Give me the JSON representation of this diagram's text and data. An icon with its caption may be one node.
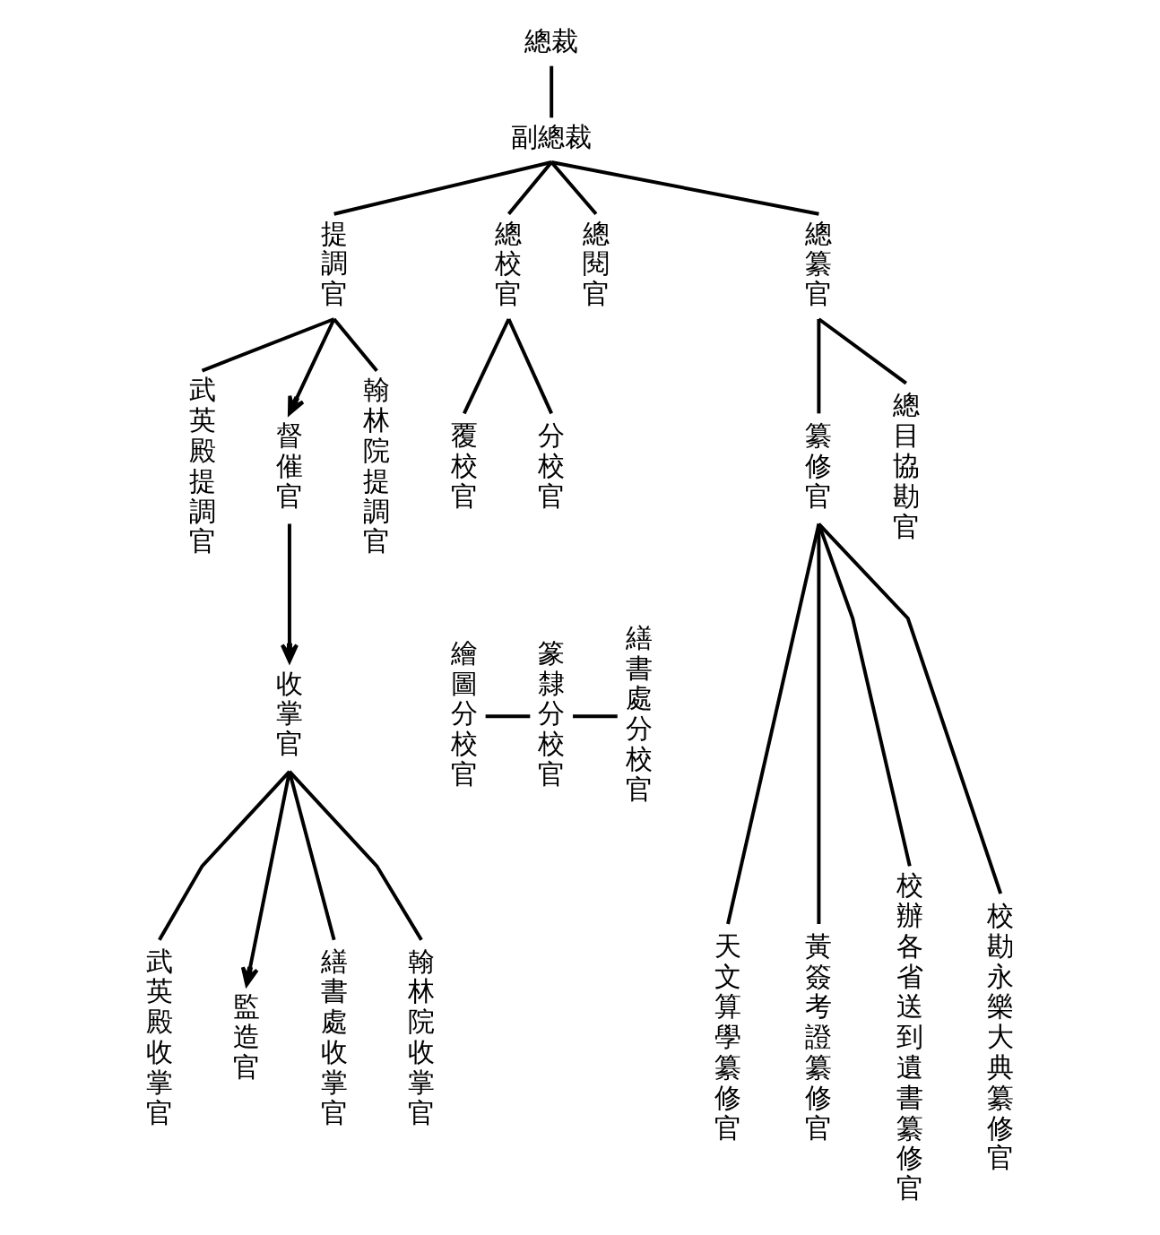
{
  "diagram": {
    "nodes": [
      {
        "text": [
          "總裁"
        ]
      },
      {
        "text": [
          "副總裁"
        ]
      },
      {
        "text": [
          "提調官"
        ]
      },
      {
        "text": [
          "總校官"
        ]
      },
      {
        "text": [
          "總閱官"
        ]
      },
      {
        "text": [
          "總纂官"
        ]
      },
      {
        "text": [
          "武英殿提調官"
        ]
      },
      {
        "text": [
          "督催官"
        ]
      },
      {
        "text": [
          "翰林院提調官"
        ]
      },
      {
        "text": [
          "收掌官"
        ]
      },
      {
        "text": [
          "武英殿收掌官"
        ]
      },
      {
        "text": [
          "監造官"
        ]
      },
      {
        "text": [
          "繕書處收掌官"
        ]
      },
      {
        "text": [
          "翰林院收掌官"
        ]
      },
      {
        "text": [
          "覆校官"
        ]
      },
      {
        "text": [
          "分校官"
        ]
      },
      {
        "text": [
          "繪圖分校官"
        ]
      },
      {
        "text": [
          "篆隸分校官"
        ]
      },
      {
        "text": [
          "繕書處分校官"
        ]
      },
      {
        "text": [
          "纂修官"
        ]
      },
      {
        "text": [
          "總目協勘官"
        ]
      },
      {
        "text": [
          "天文算學纂修官"
        ]
      },
      {
        "text": [
          "黃簽考證纂修官"
        ]
      },
      {
        "text": [
          "校辦各省送到遺書纂修官"
        ]
      },
      {
        "text": [
          "校勘永樂大典纂修官"
        ]
      }
    ],
    "edges": [
      {
        "from": 0,
        "to": 1,
        "arrow": "none"
      },
      {
        "from": 1,
        "to": 2,
        "arrow": "none"
      },
      {
        "from": 1,
        "to": 3,
        "arrow": "none"
      },
      {
        "from": 1,
        "to": 4,
        "arrow": "none"
      },
      {
        "from": 1,
        "to": 5,
        "arrow": "none"
      },
      {
        "from": 2,
        "to": 6,
        "arrow": "none"
      },
      {
        "from": 2,
        "to": 7,
        "arrow": "to"
      },
      {
        "from": 2,
        "to": 8,
        "arrow": "none"
      },
      {
        "from": 3,
        "to": 14,
        "arrow": "none"
      },
      {
        "from": 3,
        "to": 15,
        "arrow": "none"
      },
      {
        "from": 5,
        "to": 19,
        "arrow": "none"
      },
      {
        "from": 5,
        "to": 20,
        "arrow": "none"
      },
      {
        "from": 7,
        "to": 9,
        "arrow": "to"
      },
      {
        "from": 16,
        "to": 17,
        "arrow": "none"
      },
      {
        "from": 17,
        "to": 18,
        "arrow": "none"
      },
      {
        "from": 9,
        "to": 10,
        "arrow": "none"
      },
      {
        "from": 9,
        "to": 11,
        "arrow": "to"
      },
      {
        "from": 9,
        "to": 12,
        "arrow": "none"
      },
      {
        "from": 9,
        "to": 13,
        "arrow": "none"
      },
      {
        "from": 19,
        "to": 21,
        "arrow": "none"
      },
      {
        "from": 19,
        "to": 22,
        "arrow": "none"
      },
      {
        "from": 19,
        "to": 23,
        "arrow": "none"
      },
      {
        "from": 19,
        "to": 24,
        "arrow": "none"
      }
    ]
  }
}
